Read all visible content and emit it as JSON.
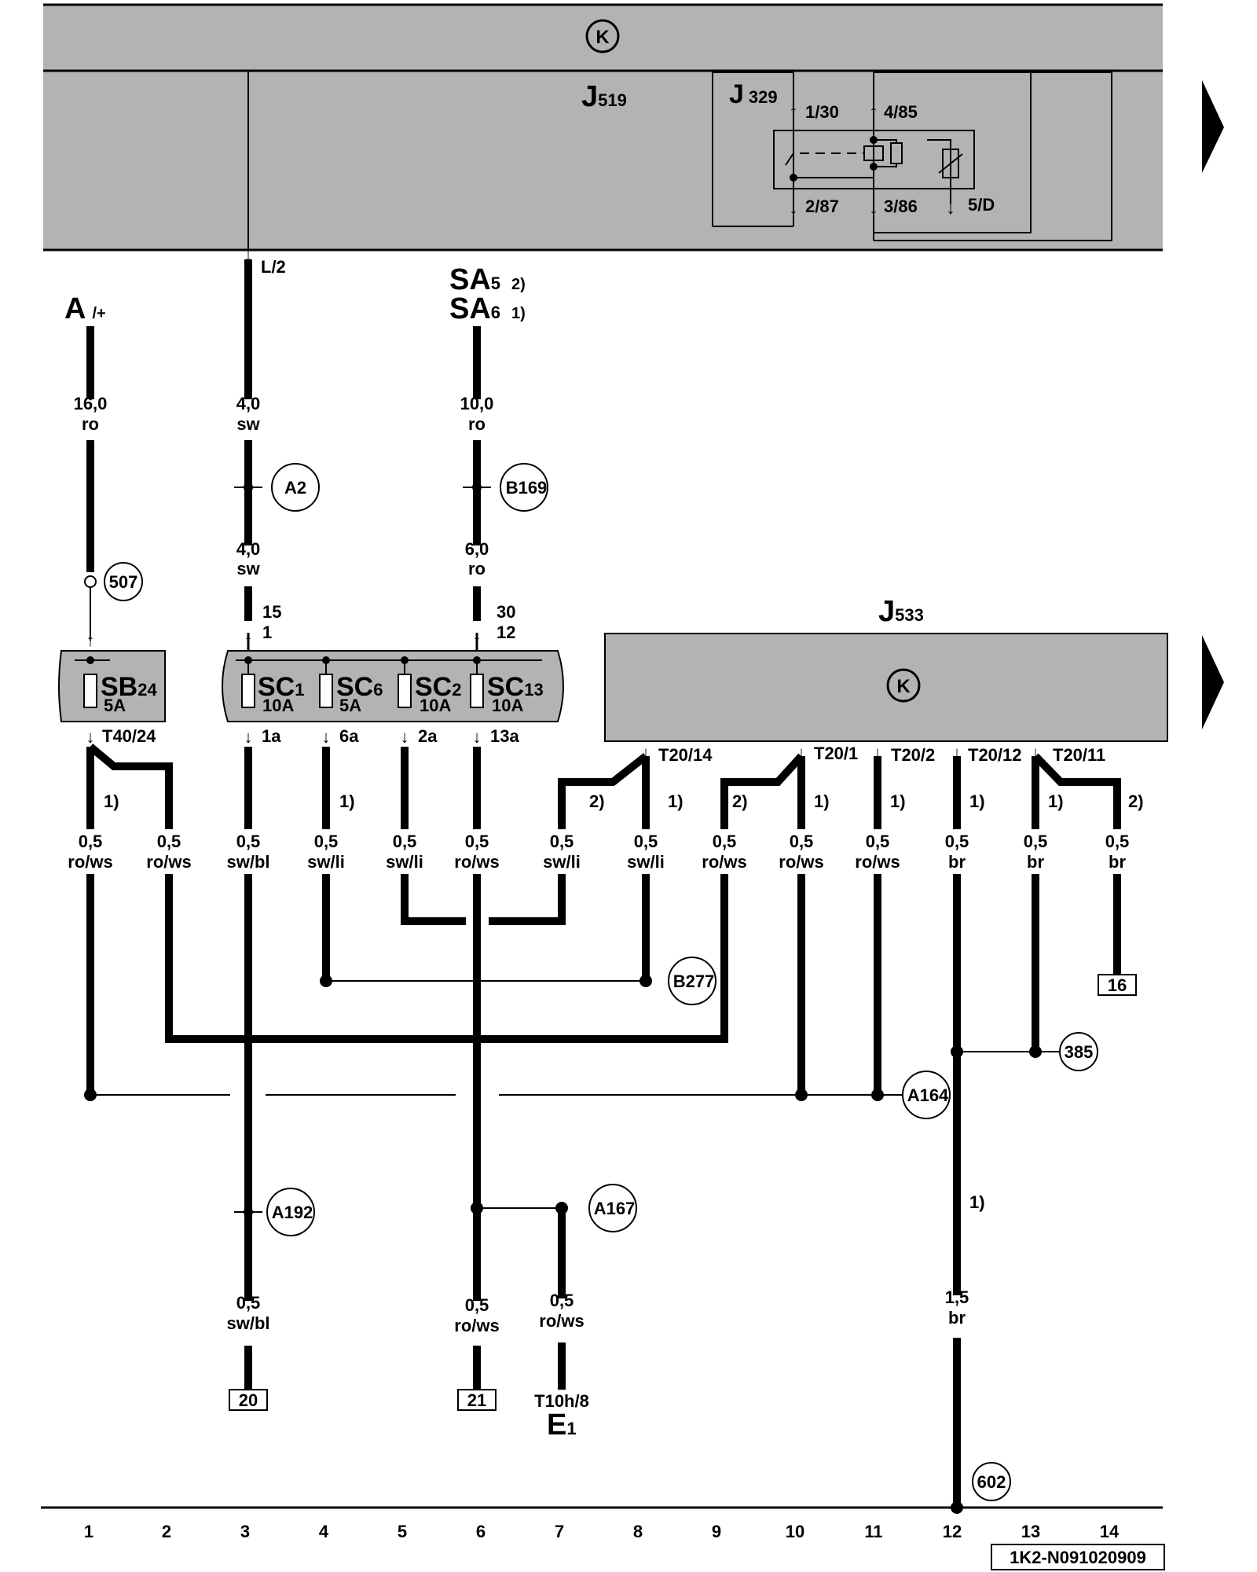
{
  "components": {
    "top_bar_symbol": "K",
    "j519_main": "J",
    "j519_sub": "519",
    "j329_main": "J",
    "j329_sub": "329",
    "relay_pins": [
      "1/30",
      "4/85",
      "2/87",
      "3/86",
      "5/D"
    ],
    "j533_main": "J",
    "j533_sub": "533",
    "j533_symbol": "K",
    "a_main": "A",
    "a_sub": "/+",
    "sa5_main": "SA",
    "sa5_sub": "5",
    "sa5_note": "2)",
    "sa6_main": "SA",
    "sa6_sub": "6",
    "sa6_note": "1)",
    "e1_main": "E",
    "e1_sub": "1",
    "e1_connector": "T10h/8"
  },
  "fuses": [
    {
      "main": "SB",
      "num": "24",
      "rating": "5A"
    },
    {
      "main": "SC",
      "num": "1",
      "rating": "10A"
    },
    {
      "main": "SC",
      "num": "6",
      "rating": "5A"
    },
    {
      "main": "SC",
      "num": "2",
      "rating": "10A"
    },
    {
      "main": "SC",
      "num": "13",
      "rating": "10A"
    }
  ],
  "pins": {
    "l2": "L/2",
    "p15": "15",
    "p1": "1",
    "p30": "30",
    "p12": "12",
    "t40_24": "T40/24",
    "p1a": "1a",
    "p6a": "6a",
    "p2a": "2a",
    "p13a": "13a",
    "t20_14": "T20/14",
    "t20_1": "T20/1",
    "t20_2": "T20/2",
    "t20_12": "T20/12",
    "t20_11": "T20/11"
  },
  "wires": {
    "w_a": {
      "size": "16,0",
      "color": "ro"
    },
    "w_l2": {
      "size": "4,0",
      "color": "sw"
    },
    "w_l2b": {
      "size": "4,0",
      "color": "sw"
    },
    "w_sa": {
      "size": "10,0",
      "color": "ro"
    },
    "w_sab": {
      "size": "6,0",
      "color": "ro"
    },
    "c1": {
      "size": "0,5",
      "color": "ro/ws"
    },
    "c2": {
      "size": "0,5",
      "color": "ro/ws"
    },
    "c3": {
      "size": "0,5",
      "color": "sw/bl"
    },
    "c4": {
      "size": "0,5",
      "color": "sw/li"
    },
    "c5": {
      "size": "0,5",
      "color": "sw/li"
    },
    "c6": {
      "size": "0,5",
      "color": "ro/ws"
    },
    "c7": {
      "size": "0,5",
      "color": "sw/li"
    },
    "c8": {
      "size": "0,5",
      "color": "sw/li"
    },
    "c9": {
      "size": "0,5",
      "color": "ro/ws"
    },
    "c10": {
      "size": "0,5",
      "color": "ro/ws"
    },
    "c11": {
      "size": "0,5",
      "color": "ro/ws"
    },
    "c12": {
      "size": "0,5",
      "color": "br"
    },
    "c13": {
      "size": "0,5",
      "color": "br"
    },
    "c14": {
      "size": "0,5",
      "color": "br"
    },
    "b3": {
      "size": "0,5",
      "color": "sw/bl"
    },
    "b6": {
      "size": "0,5",
      "color": "ro/ws"
    },
    "b7": {
      "size": "0,5",
      "color": "ro/ws"
    },
    "b12": {
      "size": "1,5",
      "color": "br"
    }
  },
  "notes": {
    "n1": "1)",
    "n2": "2)",
    "n3": "1)",
    "n4": "2)",
    "n5": "1)",
    "n6": "2)",
    "n7": "1)",
    "n8": "1)",
    "n9": "1)",
    "n10": "1)",
    "n11": "2)",
    "n12": "1)"
  },
  "ground_points": [
    "507",
    "A2",
    "B169",
    "B277",
    "385",
    "A164",
    "A192",
    "A167",
    "602"
  ],
  "ref_boxes": [
    "16",
    "20",
    "21"
  ],
  "columns": [
    "1",
    "2",
    "3",
    "4",
    "5",
    "6",
    "7",
    "8",
    "9",
    "10",
    "11",
    "12",
    "13",
    "14"
  ],
  "diagram_id": "1K2-N091020909"
}
